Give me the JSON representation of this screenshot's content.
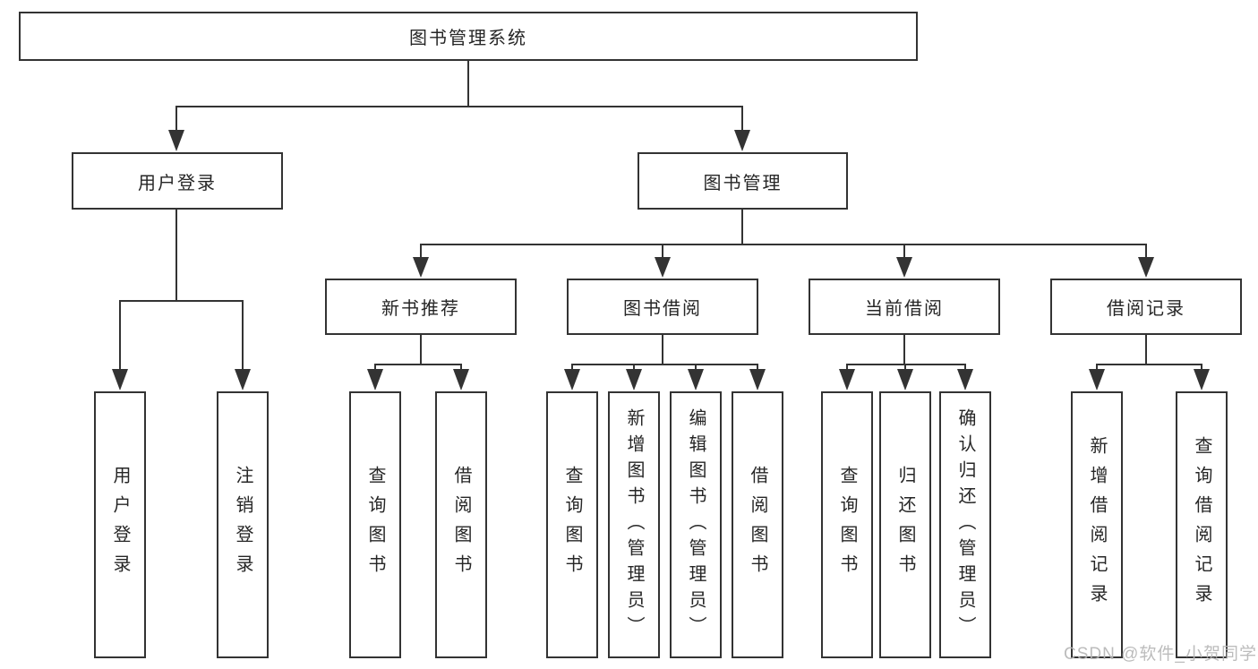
{
  "diagram": {
    "root": {
      "label": "图书管理系统"
    },
    "branches": [
      {
        "label": "用户登录",
        "children": [
          {
            "label": "用户登录"
          },
          {
            "label": "注销登录"
          }
        ]
      },
      {
        "label": "图书管理",
        "children": [
          {
            "label": "新书推荐",
            "children": [
              {
                "label": "查询图书"
              },
              {
                "label": "借阅图书"
              }
            ]
          },
          {
            "label": "图书借阅",
            "children": [
              {
                "label": "查询图书"
              },
              {
                "label": "新增图书（管理员）"
              },
              {
                "label": "编辑图书（管理员）"
              },
              {
                "label": "借阅图书"
              }
            ]
          },
          {
            "label": "当前借阅",
            "children": [
              {
                "label": "查询图书"
              },
              {
                "label": "归还图书"
              },
              {
                "label": "确认归还（管理员）"
              }
            ]
          },
          {
            "label": "借阅记录",
            "children": [
              {
                "label": "新增借阅记录"
              },
              {
                "label": "查询借阅记录"
              }
            ]
          }
        ]
      }
    ]
  },
  "watermark": {
    "text": "CSDN @软件_小贺同学"
  },
  "colors": {
    "line": "#333333",
    "text": "#262626",
    "background": "#ffffff",
    "watermark": "#b6b6b6"
  }
}
